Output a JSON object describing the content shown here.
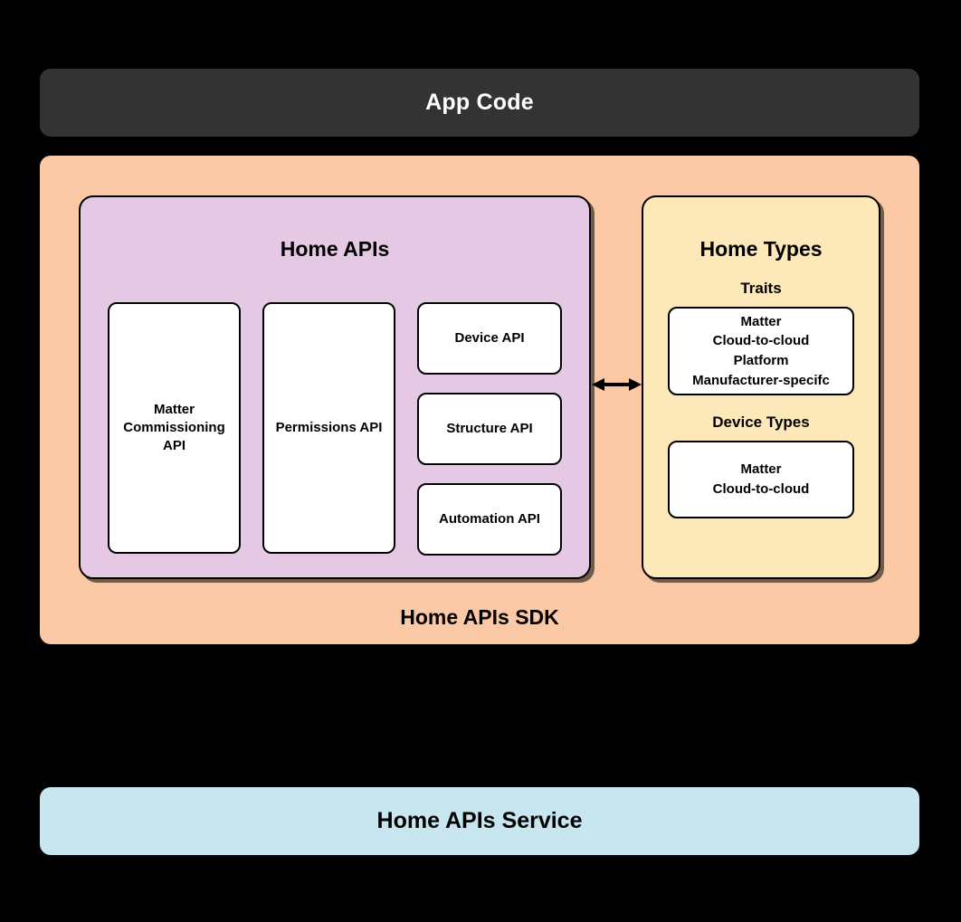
{
  "diagram": {
    "app_code": {
      "label": "App Code"
    },
    "sdk": {
      "label": "Home APIs SDK",
      "home_apis": {
        "title": "Home APIs",
        "boxes": [
          {
            "label": "Matter Commissioning API"
          },
          {
            "label": "Permissions API"
          },
          {
            "label": "Device API"
          },
          {
            "label": "Structure API"
          },
          {
            "label": "Automation API"
          }
        ]
      },
      "home_types": {
        "title": "Home Types",
        "traits_heading": "Traits",
        "traits_items": "Matter\nCloud-to-cloud\nPlatform\nManufacturer-specifc",
        "device_types_heading": "Device Types",
        "device_types_items": "Matter\nCloud-to-cloud"
      },
      "connector": {
        "name": "bidirectional-arrow"
      }
    },
    "service": {
      "label": "Home APIs Service"
    }
  },
  "colors": {
    "background": "#000000",
    "app_code_bar": "#333333",
    "sdk_container": "#FBC9A5",
    "home_apis_panel": "#E5C8E3",
    "home_types_panel": "#FCE8B8",
    "service_bar": "#C7E6EF",
    "box_fill": "#FFFFFF",
    "stroke": "#000000",
    "app_code_text": "#FFFFFF"
  }
}
